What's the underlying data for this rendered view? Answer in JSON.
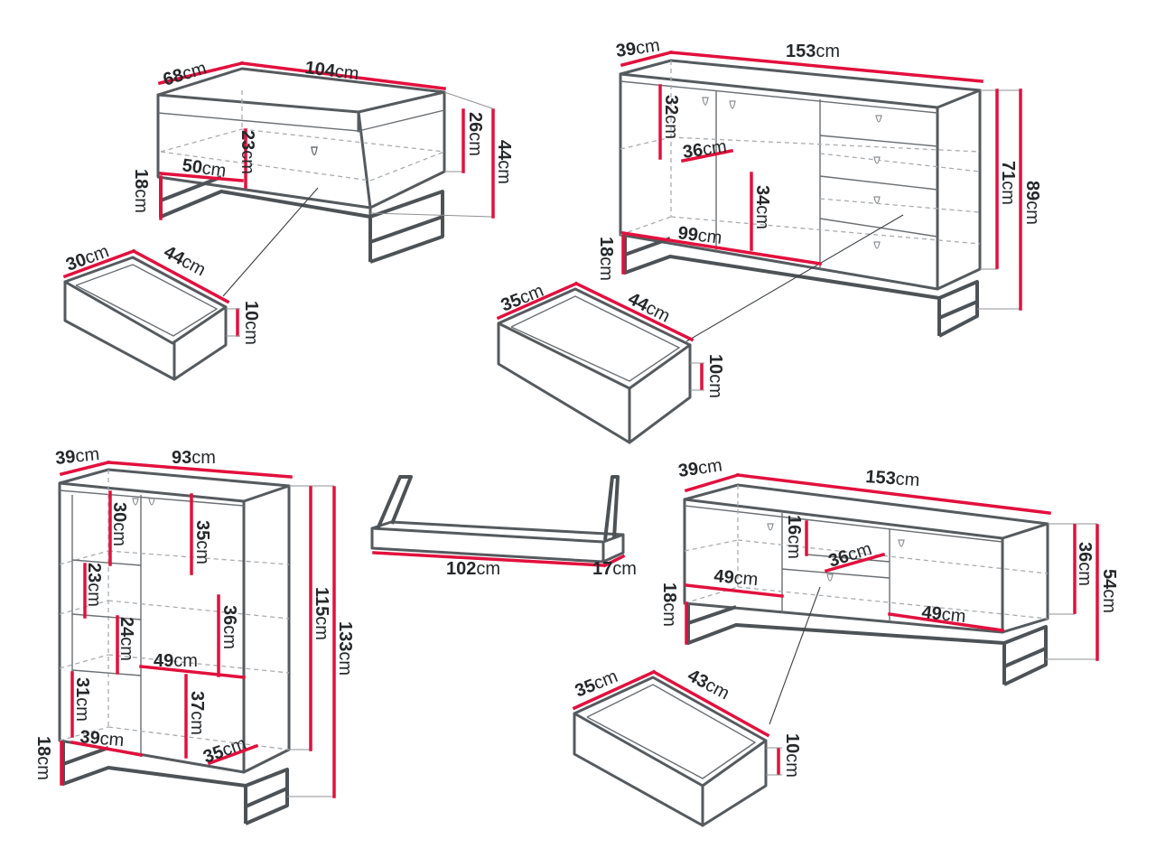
{
  "units": "cm",
  "coffee_table": {
    "depth": "68",
    "width": "104",
    "top_height": "26",
    "total_height": "44",
    "inner_depth": "50",
    "inner_height": "23",
    "leg_height": "18",
    "drawer": {
      "depth": "30",
      "width": "44",
      "height": "10"
    }
  },
  "sideboard": {
    "depth": "39",
    "width": "153",
    "total_height": "89",
    "body_height": "71",
    "shelf_height": "32",
    "inner_depth": "36",
    "compartment_height": "34",
    "compartment_width": "99",
    "leg_height": "18",
    "drawer": {
      "depth": "35",
      "width": "44",
      "height": "10"
    }
  },
  "cabinet": {
    "depth": "39",
    "width": "93",
    "total_height": "133",
    "body_height": "115",
    "left_1": "30",
    "left_2": "23",
    "left_3": "24",
    "left_4": "31",
    "right_1": "35",
    "right_2": "36",
    "right_3": "37",
    "inner_width": "49",
    "bottom_width": "39",
    "bottom_depth": "35",
    "leg_height": "18"
  },
  "shelf": {
    "width": "102",
    "depth": "17"
  },
  "tv_stand": {
    "depth": "39",
    "width": "153",
    "body_height": "36",
    "total_height": "54",
    "niche_height": "16",
    "niche_depth": "36",
    "left_width": "49",
    "right_width": "49",
    "leg_height": "18",
    "drawer": {
      "depth": "35",
      "width": "43",
      "height": "10"
    }
  },
  "colors": {
    "dimension": "#e2103d",
    "outline": "#555a5e",
    "hidden": "#a9acaf"
  }
}
